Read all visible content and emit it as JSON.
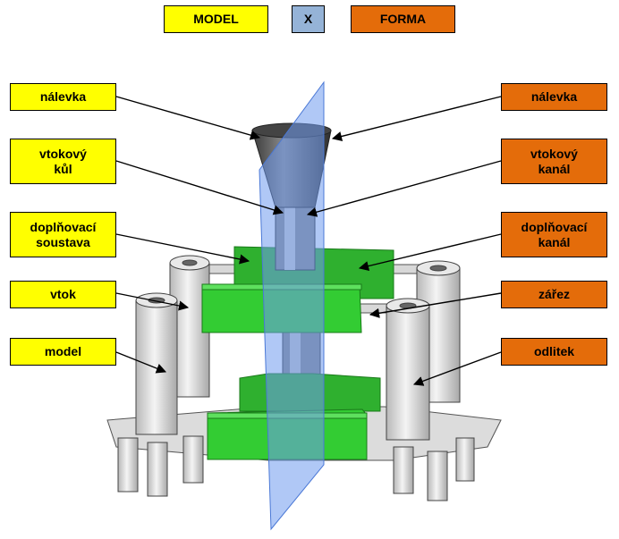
{
  "legend": {
    "model": "MODEL",
    "x": "X",
    "forma": "FORMA",
    "colors": {
      "model": "#ffff00",
      "x": "#95b3d7",
      "forma": "#e46c0a"
    }
  },
  "labels_left": {
    "nalevka": "nálevka",
    "vtokovy_kul": "vtokový\nkůl",
    "doplnovaci_soustava": "doplňovací\nsoustava",
    "vtok": "vtok",
    "model": "model"
  },
  "labels_right": {
    "nalevka": "nálevka",
    "vtokovy_kanal": "vtokový\nkanál",
    "doplnovaci_kanal": "doplňovací\nkanál",
    "zarez": "zářez",
    "odlitek": "odlitek"
  },
  "colors": {
    "feeder": "#33cc33",
    "plane": "#6f9bef",
    "casting": "#e4e4e4"
  }
}
